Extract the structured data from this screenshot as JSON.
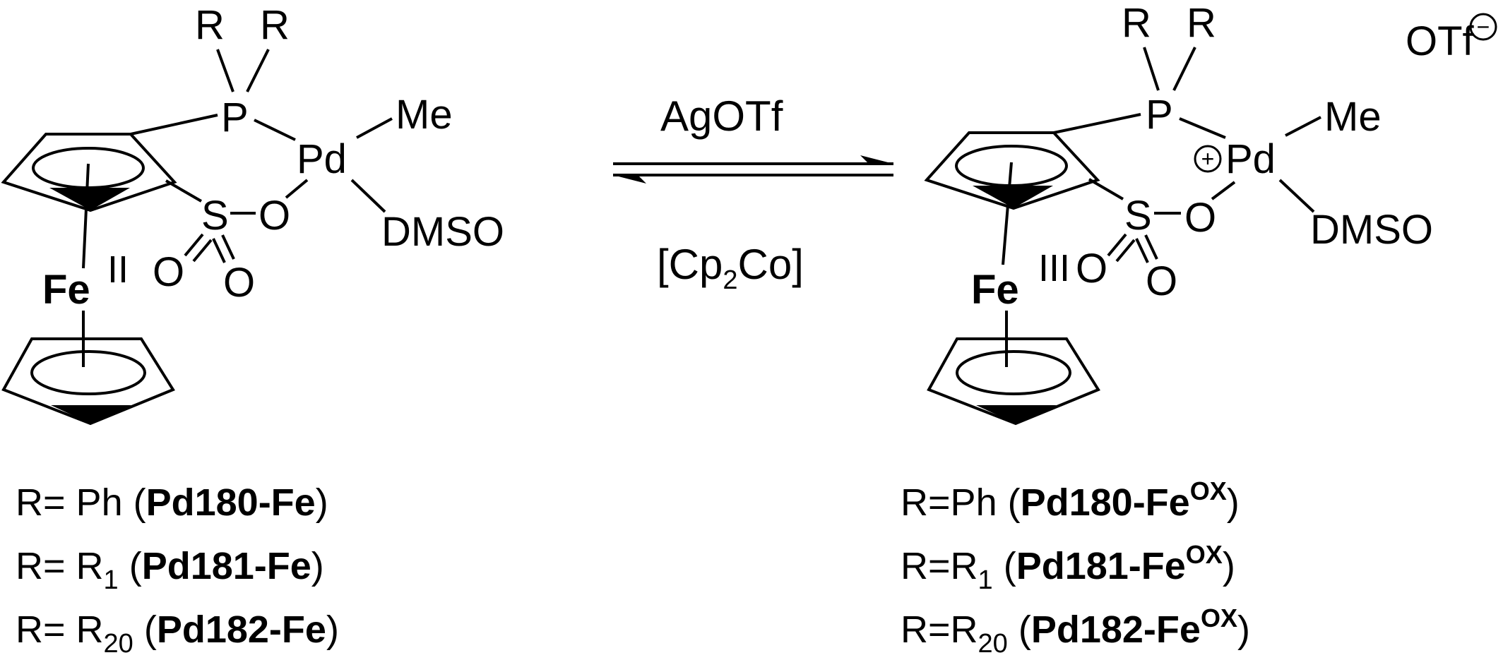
{
  "colors": {
    "ink": "#000000",
    "background": "#ffffff"
  },
  "reaction": {
    "reagent_forward": "AgOTf",
    "reagent_reverse": {
      "open": "[Cp",
      "sub": "2",
      "close": "Co]"
    }
  },
  "reactant": {
    "atoms": {
      "r1": "R",
      "r2": "R",
      "p": "P",
      "pd": "Pd",
      "me": "Me",
      "s": "S",
      "o_bridge": "O",
      "o1": "O",
      "o2": "O",
      "dmso": "DMSO",
      "fe": "Fe",
      "fe_ox": "II"
    },
    "labels": [
      {
        "prefix": "R= ",
        "sub_base": "",
        "sub": "",
        "tail": "Ph (",
        "bold": "Pd180-Fe",
        "sup": "",
        "close": ")"
      },
      {
        "prefix": "R= ",
        "sub_base": "R",
        "sub": "1",
        "tail": " (",
        "bold": "Pd181-Fe",
        "sup": "",
        "close": ")"
      },
      {
        "prefix": "R= ",
        "sub_base": "R",
        "sub": "20",
        "tail": " (",
        "bold": "Pd182-Fe",
        "sup": "",
        "close": ")"
      }
    ]
  },
  "product": {
    "atoms": {
      "r1": "R",
      "r2": "R",
      "p": "P",
      "pd": "Pd",
      "me": "Me",
      "s": "S",
      "o_bridge": "O",
      "o1": "O",
      "o2": "O",
      "dmso": "DMSO",
      "fe": "Fe",
      "fe_ox": "III",
      "charge": "+",
      "counterion": "OTf",
      "counter_charge": "−"
    },
    "labels": [
      {
        "prefix": "R=",
        "sub_base": "",
        "sub": "",
        "tail": "Ph (",
        "bold": "Pd180-Fe",
        "sup": "OX",
        "close": ")"
      },
      {
        "prefix": "R=",
        "sub_base": "R",
        "sub": "1",
        "tail": " (",
        "bold": "Pd181-Fe",
        "sup": "OX",
        "close": ")"
      },
      {
        "prefix": "R=",
        "sub_base": "R",
        "sub": "20",
        "tail": " (",
        "bold": "Pd182-Fe",
        "sup": "OX",
        "close": ")"
      }
    ]
  }
}
